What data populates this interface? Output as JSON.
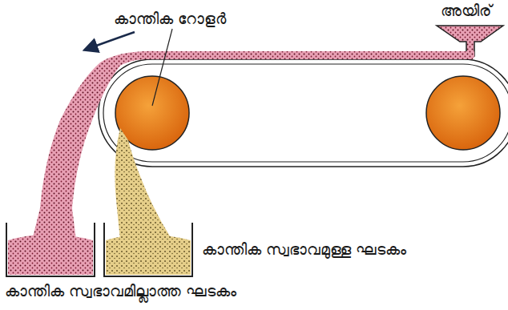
{
  "diagram": {
    "labels": [
      "അയിര്",
      "കാന്തിക റോളർ",
      "കാന്തിക സ്വഭാവമുള്ള ഘടകം",
      "കാന്തിക സ്വഭാവമില്ലാത്ത ഘടകം"
    ]
  }
}
